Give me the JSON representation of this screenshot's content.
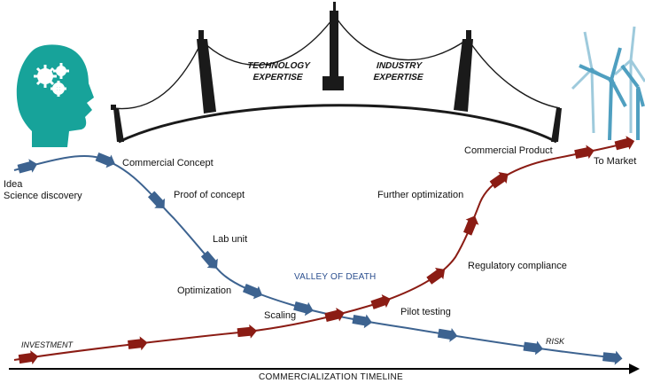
{
  "bridge": {
    "left_label": "TECHNOLOGY\nEXPERTISE",
    "right_label": "INDUSTRY\nEXPERTISE"
  },
  "stages": {
    "idea": "Idea",
    "science": "Science discovery",
    "commercial_concept": "Commercial Concept",
    "proof_of_concept": "Proof of concept",
    "lab_unit": "Lab unit",
    "optimization": "Optimization",
    "scaling": "Scaling",
    "pilot_testing": "Pilot testing",
    "regulatory_compliance": "Regulatory compliance",
    "further_optimization": "Further optimization",
    "commercial_product": "Commercial Product",
    "to_market": "To Market"
  },
  "valley_label": "VALLEY OF DEATH",
  "investment_label": "INVESTMENT",
  "risk_label": "RISK",
  "timeline_label": "COMMERCIALIZATION TIMELINE",
  "colors": {
    "blue_curve": "#3d6390",
    "red_curve": "#8b1c14",
    "head": "#1aa39a",
    "turbine": "#4f9fc0",
    "bridge": "#1a1a1a"
  },
  "icons": [
    "head-gears-icon",
    "wind-turbines-icon",
    "bridge-icon"
  ]
}
